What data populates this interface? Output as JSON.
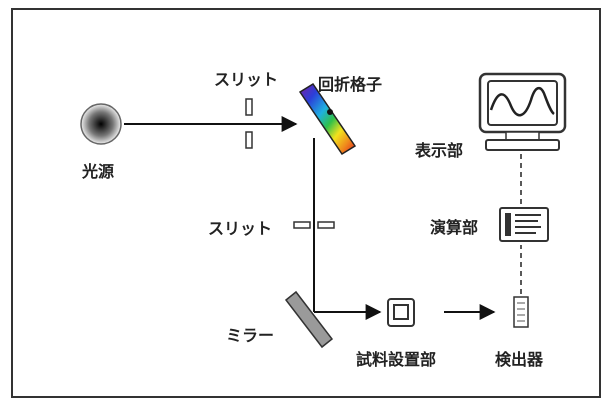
{
  "labels": {
    "light_source": "光源",
    "slit_top": "スリット",
    "grating": "回折格子",
    "slit_mid": "スリット",
    "mirror": "ミラー",
    "sample": "試料設置部",
    "detector": "検出器",
    "computation": "演算部",
    "display": "表示部"
  },
  "colors": {
    "line": "#111111",
    "frame": "#333333",
    "component": "#444444",
    "mirror_fill": "#9a9a9a"
  }
}
